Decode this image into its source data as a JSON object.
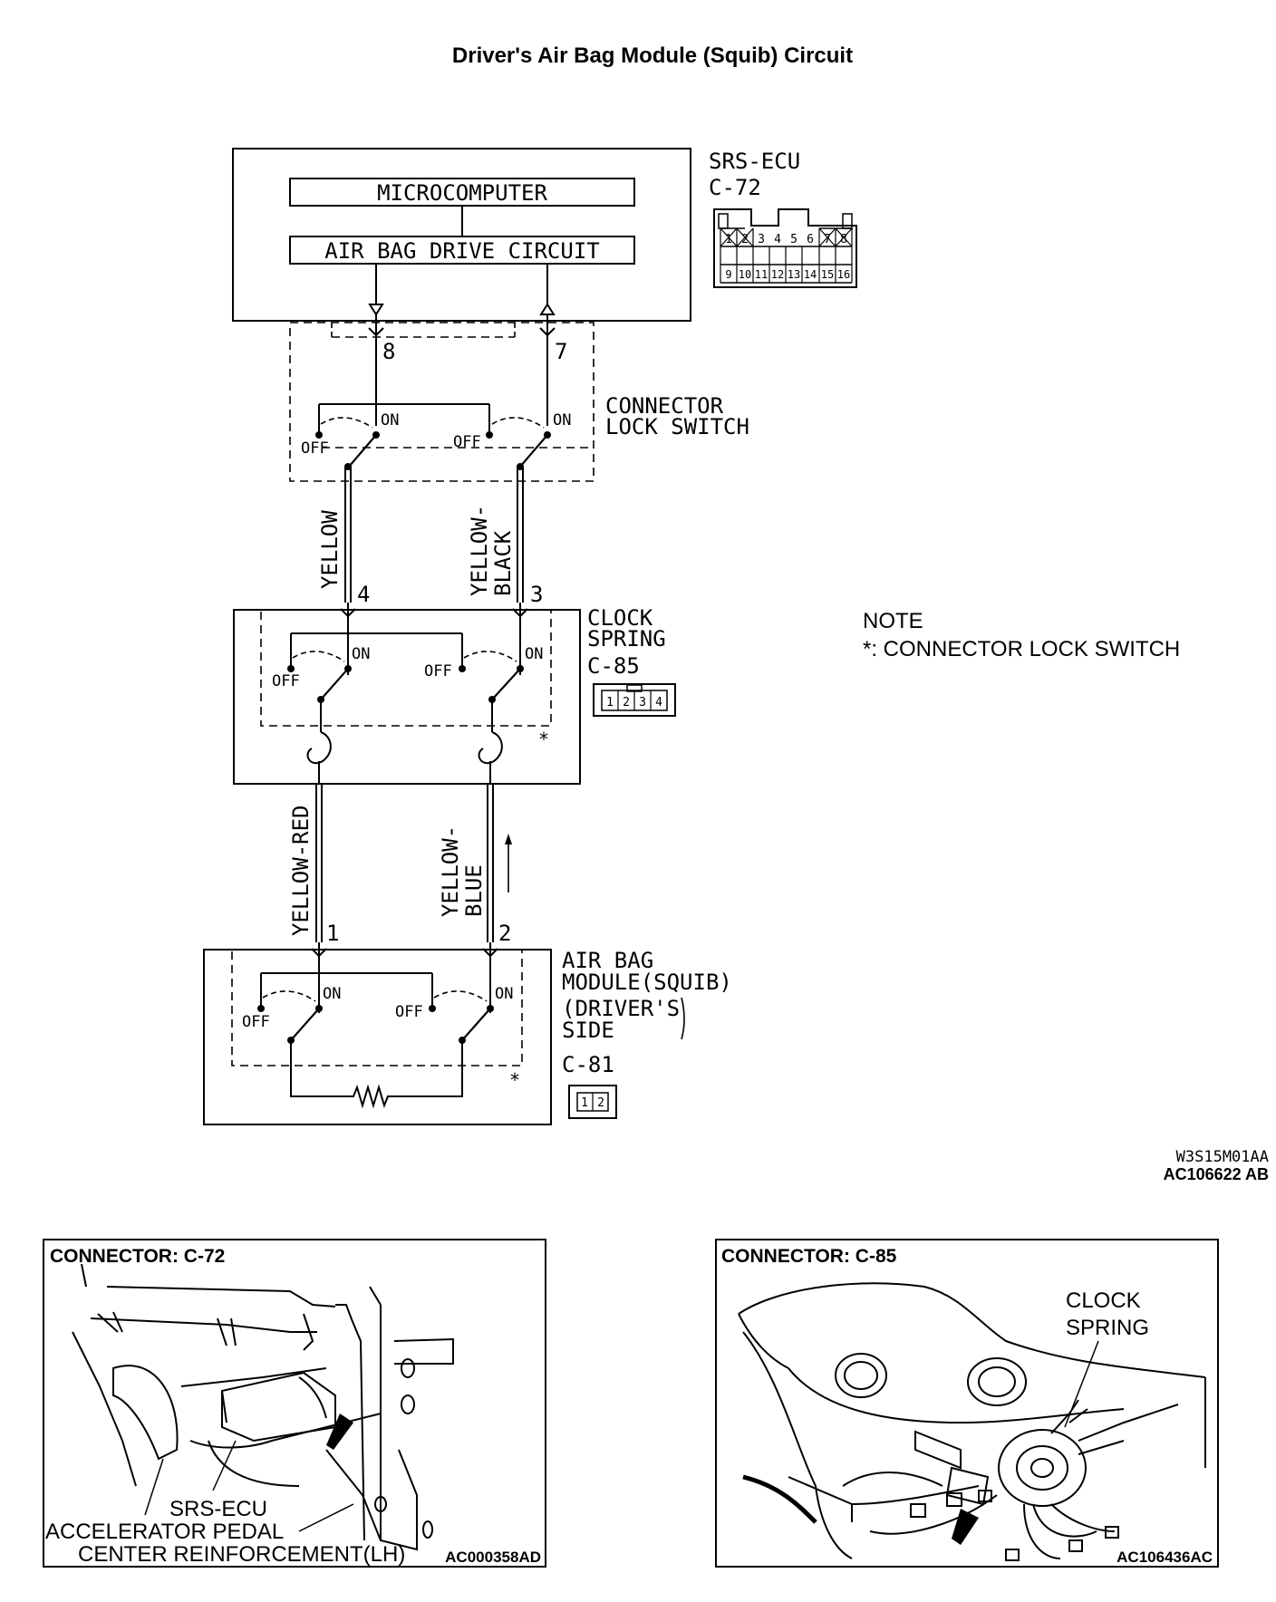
{
  "title": "Driver's Air Bag Module (Squib) Circuit",
  "ecu": {
    "name": "SRS-ECU",
    "connector": "C-72",
    "microcomputer": "MICROCOMPUTER",
    "drive_circuit": "AIR BAG DRIVE CIRCUIT",
    "pins_row1": [
      "1",
      "2",
      "3",
      "4",
      "5",
      "6",
      "7",
      "8"
    ],
    "pins_row2": [
      "9",
      "10",
      "11",
      "12",
      "13",
      "14",
      "15",
      "16"
    ]
  },
  "lock_switch": {
    "label_line1": "CONNECTOR",
    "label_line2": "LOCK SWITCH"
  },
  "clock_spring": {
    "label_line1": "CLOCK",
    "label_line2": "SPRING",
    "connector": "C-85",
    "pins": [
      "1",
      "2",
      "3",
      "4"
    ]
  },
  "airbag": {
    "line1": "AIR BAG",
    "line2": "MODULE(SQUIB)",
    "line3": "(DRIVER'S",
    "line4": "SIDE",
    "connector": "C-81",
    "pins": [
      "1",
      "2"
    ]
  },
  "pins": {
    "p8": "8",
    "p7": "7",
    "p4": "4",
    "p3": "3",
    "p1": "1",
    "p2": "2"
  },
  "switch_labels": {
    "on": "ON",
    "off": "OFF"
  },
  "wires": {
    "yellow": "YELLOW",
    "yb1": "YELLOW-",
    "yb2": "BLACK",
    "yr": "YELLOW-RED",
    "ybl1": "YELLOW-",
    "ybl2": "BLUE"
  },
  "note": {
    "title": "NOTE",
    "text": "*: CONNECTOR LOCK SWITCH",
    "star": "*"
  },
  "codes": {
    "w": "W3S15M01AA",
    "ac": "AC106622 AB"
  },
  "panel1": {
    "title": "CONNECTOR: C-72",
    "label_ecu": "SRS-ECU",
    "label_pedal1": "ACCELERATOR PEDAL",
    "label_pedal2": "CENTER REINFORCEMENT(LH)",
    "code": "AC000358AD"
  },
  "panel2": {
    "title": "CONNECTOR: C-85",
    "label1": "CLOCK",
    "label2": "SPRING",
    "code": "AC106436AC"
  }
}
